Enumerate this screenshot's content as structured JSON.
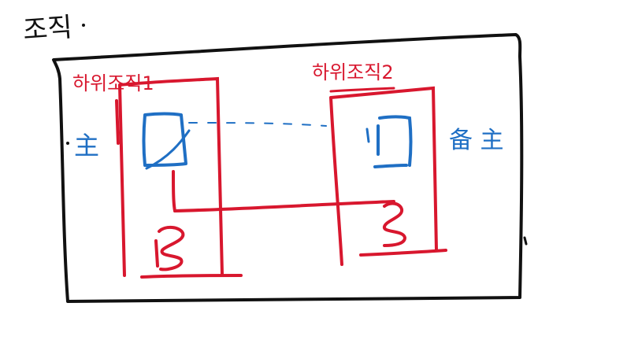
{
  "title": "조직",
  "subsystem_1": {
    "label": "하위조직1"
  },
  "subsystem_2": {
    "label": "하위조직2"
  },
  "left_note": "主",
  "right_note": "备 主",
  "colors": {
    "ink": "#111111",
    "red": "#d8172e",
    "blue": "#1f6fc4"
  }
}
